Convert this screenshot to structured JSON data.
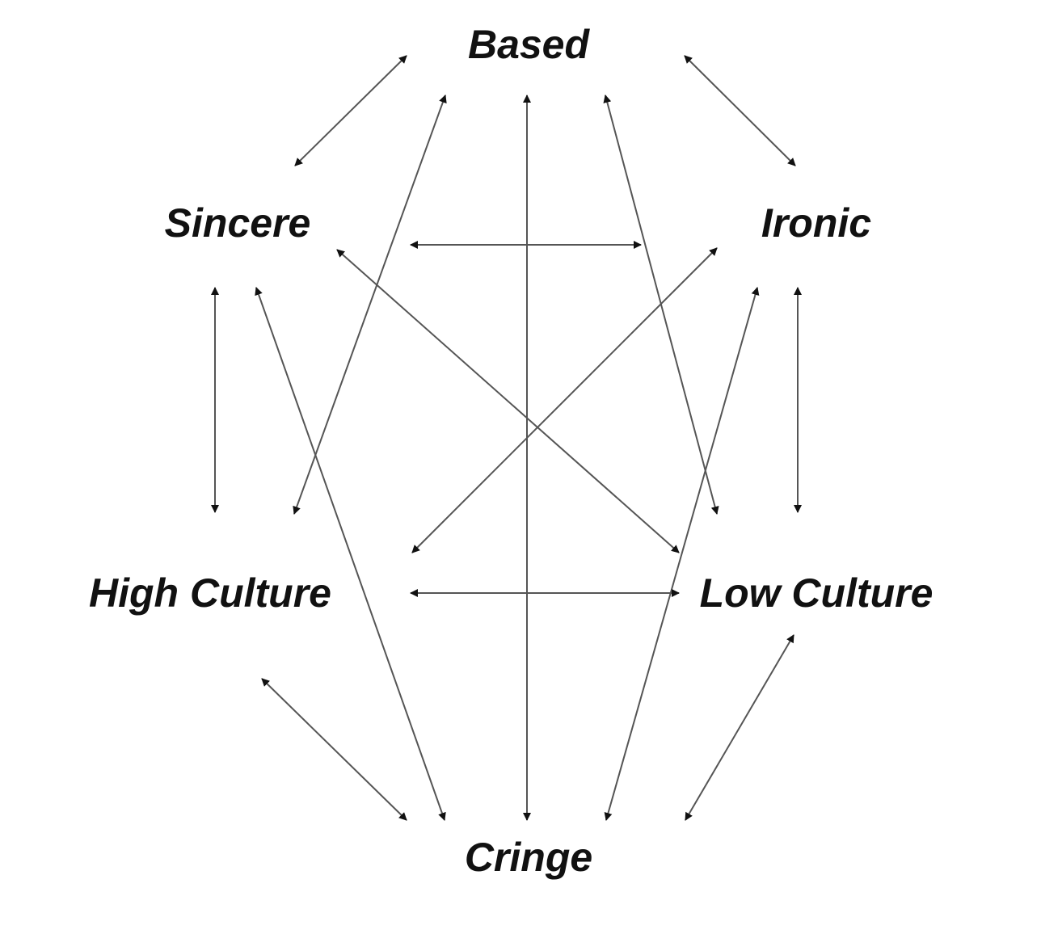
{
  "diagram": {
    "nodes": {
      "based": "Based",
      "sincere": "Sincere",
      "ironic": "Ironic",
      "high_culture": "High Culture",
      "low_culture": "Low Culture",
      "cringe": "Cringe"
    },
    "edges": [
      {
        "from": "based",
        "to": "sincere",
        "bidirectional": true
      },
      {
        "from": "based",
        "to": "ironic",
        "bidirectional": true
      },
      {
        "from": "based",
        "to": "high_culture",
        "bidirectional": true
      },
      {
        "from": "based",
        "to": "cringe",
        "bidirectional": true
      },
      {
        "from": "based",
        "to": "low_culture",
        "bidirectional": true
      },
      {
        "from": "sincere",
        "to": "ironic",
        "bidirectional": true
      },
      {
        "from": "sincere",
        "to": "low_culture",
        "bidirectional": true
      },
      {
        "from": "ironic",
        "to": "high_culture",
        "bidirectional": true
      },
      {
        "from": "sincere",
        "to": "high_culture",
        "bidirectional": true
      },
      {
        "from": "sincere",
        "to": "cringe",
        "bidirectional": true
      },
      {
        "from": "ironic",
        "to": "cringe",
        "bidirectional": true
      },
      {
        "from": "ironic",
        "to": "low_culture",
        "bidirectional": true
      },
      {
        "from": "high_culture",
        "to": "low_culture",
        "bidirectional": true
      },
      {
        "from": "high_culture",
        "to": "cringe",
        "bidirectional": true
      },
      {
        "from": "low_culture",
        "to": "cringe",
        "bidirectional": true
      }
    ],
    "colors": {
      "line": "#555555",
      "arrowhead": "#111111",
      "text": "#111111"
    }
  }
}
